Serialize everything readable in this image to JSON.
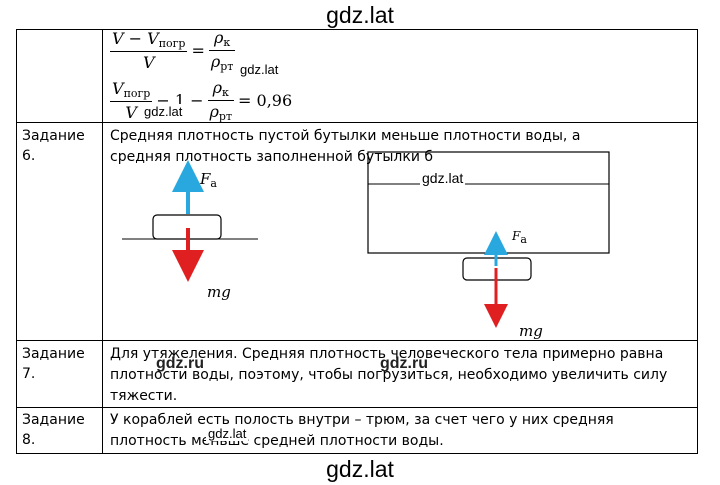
{
  "watermarks": {
    "top": "gdz.lat",
    "bottom": "gdz.lat",
    "overlay_1": "gdz.lat",
    "overlay_2": "gdz.lat",
    "overlay_3": "gdz.lat",
    "overlay_4": "gdz.lat",
    "ru_1": "gdz.ru",
    "ru_2": "gdz.ru"
  },
  "formulas": {
    "line1": {
      "num_left": "V − V",
      "num_left_sub": "погр",
      "den_left": "V",
      "eq": "=",
      "num_right": "ρ",
      "num_right_sub": "к",
      "den_right": "ρ",
      "den_right_sub": "рт"
    },
    "line2": {
      "num_left": "V",
      "num_left_sub": "погр",
      "den_left": "V",
      "minus": "− 1 −",
      "num_right": "ρ",
      "num_right_sub": "к",
      "den_right": "ρ",
      "den_right_sub": "рт",
      "result": "= 0,96"
    }
  },
  "tasks": [
    {
      "label": "Задание 6.",
      "text": "Средняя плотность пустой бутылки меньше плотности воды, а средняя плотность заполненной бутылки б"
    },
    {
      "label": "Задание 7.",
      "text": "Для утяжеления. Средняя плотность человеческого тела примерно равна плотности воды, поэтому, чтобы погрузиться, необходимо увеличить силу тяжести."
    },
    {
      "label": "Задание 8.",
      "text": "У кораблей есть полость внутри – трюм, за счет чего у них средняя плотность меньше средней плотности воды."
    }
  ],
  "diagram": {
    "buoyancy_label": "F",
    "buoyancy_sub": "а",
    "gravity_label": "mg",
    "colors": {
      "buoyancy": "#29a8e0",
      "gravity": "#e02020"
    }
  }
}
